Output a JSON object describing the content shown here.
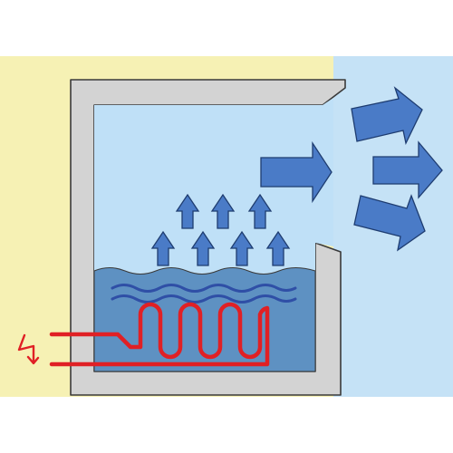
{
  "diagram": {
    "components": [
      "electric-heating-coil",
      "container-vessel",
      "heated-water",
      "rising-vapor",
      "escaping-heat"
    ],
    "icons": {
      "power": "lightning-bolt-icon",
      "heating": "heating-coil-icon",
      "flow": "arrow-icon"
    },
    "rising_arrow_count": 7,
    "outflow_arrow_count": 4
  },
  "colors": {
    "wall_background": "#f6f1b4",
    "outside_background": "#c5e2f6",
    "container_fill": "#d3d3d3",
    "container_outline": "#3a3a3a",
    "interior": "#bfe0f7",
    "water": "#5e91c2",
    "wave_lines": "#2f4fa6",
    "heating_coil": "#e02025",
    "arrow_fill": "#4a7bc7",
    "arrow_outline": "#1e3c70",
    "bolt": "#e02025"
  }
}
